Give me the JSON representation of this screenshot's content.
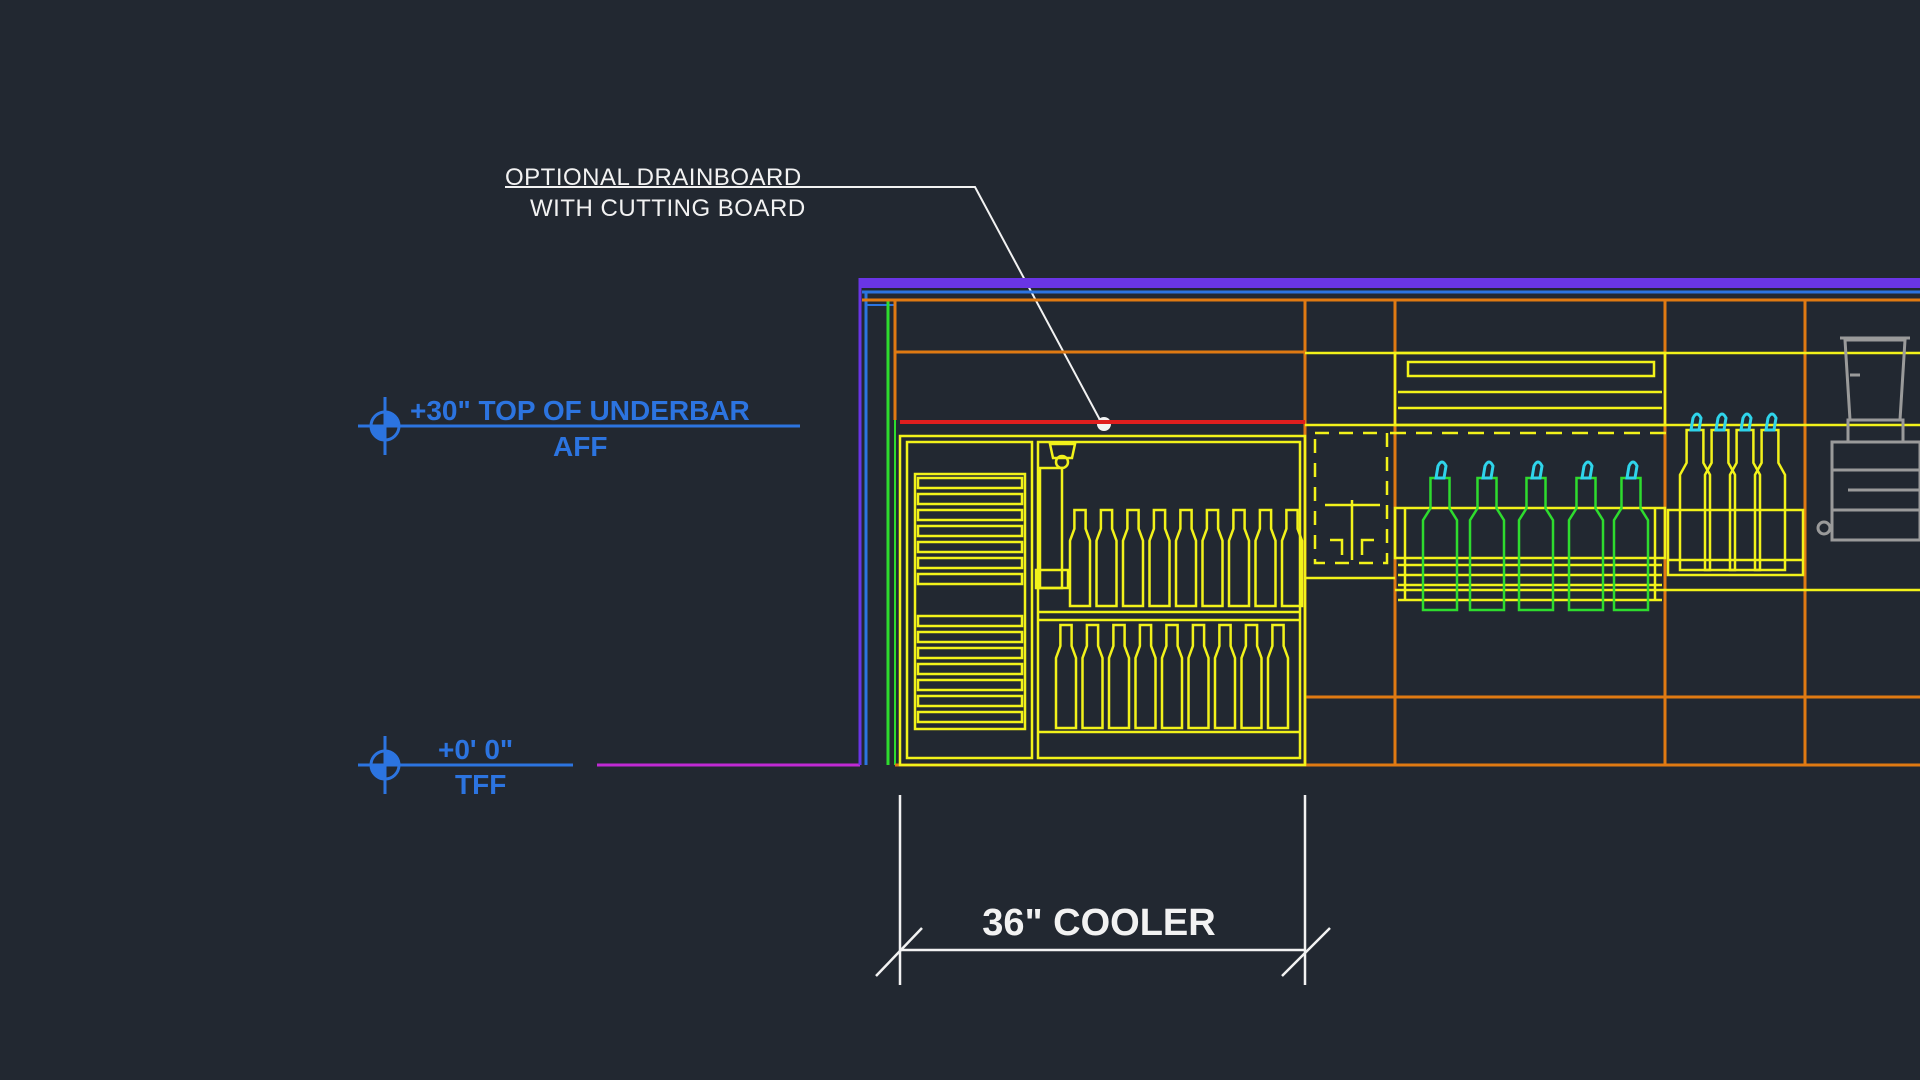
{
  "drawing": {
    "callout": {
      "line1": "OPTIONAL DRAINBOARD",
      "line2": "WITH CUTTING BOARD"
    },
    "elevation_top": {
      "line1": "+30\" TOP OF UNDERBAR",
      "line2": "AFF"
    },
    "elevation_floor": {
      "line1": "+0' 0\"",
      "line2": "TFF"
    },
    "dimension": {
      "label": "36\" COOLER"
    }
  },
  "colors": {
    "background": "#222831",
    "yellow": "#f2f21a",
    "orange": "#e07a12",
    "red": "#e01e1e",
    "green": "#2edc2e",
    "cyan": "#2fd4ea",
    "blue": "#2c74e0",
    "purple": "#6a35e6",
    "magenta": "#c02ad4",
    "white": "#f2f2f2",
    "gray": "#9a9a9a"
  }
}
